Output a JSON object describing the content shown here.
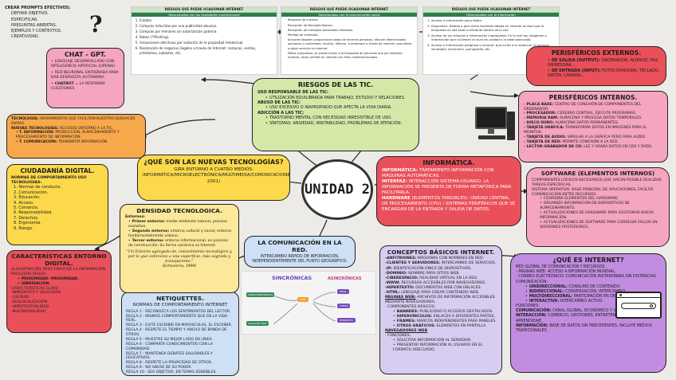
{
  "center": "UNIDAD 2",
  "prompts": {
    "title": "CREAR PROMPTS EFECTIVOS:",
    "items": [
      "DEFINIR OBJETIVO.",
      "ESPECIFICAR.",
      "PREGUNTAS ABIERTAS.",
      "EJEMPLOS Y CONTEXTOS.",
      "CREATIVIDAD."
    ]
  },
  "chatgpt": {
    "title": "CHAT - GPT.",
    "items": [
      "LENGUAJE DESARROLLADO CON INTELIGENCIA ARTIFICIAL (OPENAI)",
      "RED NEURONAL ENTRENADA PARA DAR RESPUESTA AUTÓNOMA."
    ],
    "last_key": "CHATBOT",
    "last_val": "= LA RESPONDE CUESTIONES"
  },
  "tic": {
    "k1": "TECNOLOGÍA:",
    "v1": "HERRAMIENTAS QUE FACILITAN NUESTRO QUEHACER DIARIO.",
    "k2": "NUEVAS TECNOLOGÍAS:",
    "v2": "RECUSOS ENTORNO A LA TIC.",
    "k3": "T. INFORMACIÓN:",
    "v3": "PRODUCCIÓN, ALMACENAMIENTO Y PROCESAMIENTO DE INFORMACIÓN.",
    "k4": "T. COMUNICACIÓN:",
    "v4": "TRANSMITIR INFORMACIÓN."
  },
  "ciudadania": {
    "title": "CIUDADANÍA DIGITAL.",
    "sub": "NORMAS DE COMPORTAMIENTO USO TECNOLOGÍAS:",
    "items": [
      "1. Normas de conducta.",
      "2. Comunicación.",
      "3. Educación.",
      "4. Acceso.",
      "5. Comercio.",
      "6. Responsabilidad.",
      "7. Derechos.",
      "8. Ergonomía.",
      "9. Riesgo."
    ]
  },
  "caracteristicas": {
    "title": "CARACTERÍSTICAS ENTORNO DIGITAL.",
    "lines": [
      "ALGORITMO DEL PESO FÍSICO DE LA INFORMACIÓN.",
      "PROCESOS ÁGILES:"
    ],
    "bullets": [
      "PROXIMIDAD- PROXIMIDAD.",
      "HIBRIDACIÓN."
    ],
    "rest": [
      "CARACTERÍSTICAS CLAVE:",
      "-INMEDIATEZ Y VELOCIDAD",
      "-CALIDAD.",
      "-DESLOCALIZACIÓN.",
      "-HIPERTEXTUALIDAD.",
      "-MULTIMODALIDAD"
    ]
  },
  "netiquettes": {
    "title": "NETIQUETTES.",
    "sub": "NORMAS DE COMPORTAMIENTO INTERNET",
    "rules": [
      "REGLA 1 : RECONOZCA LOS SENTIMIENTOS DEL LECTOR.",
      "REGLA 2 : MISMOS COMPORTAMIENTO QUE EN LA VIDA REAL.",
      "REGLA 3 : EVITE ESCRIBIR EN MAYÚSCULAS, EL ESCRIBIR.",
      "REGLA 4 : RESPETE EL TIEMPO Y ANCHO DE BANDA DE OTROS.",
      "REGLA 5 : MUESTRE SU MEJOR LADO EN LÍNEA.",
      "REGLA 6 : COMPARTA CONOCIMIENTOS CON LA COMUNIDAD.",
      "REGLA 7 : MANTENGA DEBATES SALUDABLES Y EDUCATIVOS.",
      "REGLA 8 : RESPETE LA PRIVACIDAD DE OTROS.",
      "REGLA 9 : NO ABUSE DE SU PODER.",
      "REGLA 10 : SEA OBJETIVO, EN TEMAS SENSIBLES."
    ]
  },
  "riesgos": {
    "title": "RIESGOS DE LAS TIC.",
    "h1": "USO RESPONSABLE DE LAS TIC:",
    "b1": [
      "UTILIZACIÓN EQUILIBRADA PARA TRABAJO, ESTUDIO Y RELACIONES."
    ],
    "h2": "ABUSO DE LAS TIC:",
    "b2": [
      "USO EXCESIVO O INAPROPIADO QUE AFECTA LA VIDA DIARIA."
    ],
    "h3": "ADICCIÓN A LAS TIC:",
    "b3": [
      "TRASTORNO MENTAL CON NECESIDAD IRRESISTIBLE DE USO.",
      "SÍNTOMAS: ANSIEDAD, IRRITABILIDAD, PROBLEMAS DE ATENCIÓN."
    ]
  },
  "nuevas": {
    "title": "¿QUÉ SON LAS NUEVAS TECNOLOGÍAS?",
    "text": "GIRA ENTORNO A CUATRO MEDIOS: INFORMÁTICA/MICROELECTRÓNICA/MULTIMEDIA/COMUNICACIONES(CABERO, 2001)"
  },
  "densidad": {
    "title": "DENSIDAD TECNOLOGICA.",
    "sub": "Entornos:",
    "items": [
      {
        "k": "Primer entorno:",
        "v": "medio ambiente natural, proceso evolutivo."
      },
      {
        "k": "Segundo entorno:",
        "v": "entorno cultural y social; entorno fundamentalmente urbano."
      },
      {
        "k": "Tercer entorno:",
        "v": "entorno informacional, en proceso de construcción. Su forma canónica es Internet."
      }
    ],
    "quote": "“Un Entorno agregado de, conocimiento tecnológico y, por lo que sobrevive a una superficie, más sagrada y transparente.”",
    "cite": "(Echeverría, 1999)"
  },
  "informatica": {
    "title": "INFORMÁTICA.",
    "k1": "INFORMÁTICA:",
    "v1": "TRATAMIENTO INFORMACIÓN CON MÁQUINAS AUTOMÁTICAS.",
    "k2": "INTERFAZ:",
    "v2": "INTERACCIÓN SISTEMA-USUARIO. LA INFORMACIÓN SE PRESENTA DE FORMA METAFÓRICA PARA FACILITARLA.",
    "k3": "HARDWARE",
    "v3": "(ELEMENTOS TANGIBLES): UNIDAD CENTRAL DE PROCESAMIENTO (CPU) / SISTEMAS PERIFÉRICOS QUE SE ENCARGAN DE LA ENTRADA Y SALIDA DE DATOS."
  },
  "comunicacion": {
    "title": "LA COMUNICACIÓN EN LA RED.",
    "text": "INTERCAMBIO RÁPIDO DE INFORMACIÓN, INDEPENDIENTEMENTE DEL PUNTO GEOGRÁFICO.",
    "sync": "SINCRÓNICAS",
    "async": "ASINCRÓNICAS",
    "tags_left": [
      "VIDEOCONFERENCIA",
      "CHAT",
      "SALAS DE CHAT"
    ],
    "tags_right": [
      "EMAIL",
      "FOROS",
      "PERIÓDICO"
    ]
  },
  "conceptos": {
    "title": "CONCEPTOS BÁSICOS INTERNET.",
    "rows": [
      {
        "k": "-ANFITRIONES:",
        "v": "MÁQUINAS CON NOMBRES EN RED."
      },
      {
        "k": "-CLIENTES Y SERVIDORES:",
        "v": "INTERCAMBIO DE SERVICIOS."
      },
      {
        "k": "-IP:",
        "v": "IDENTIFICACIÓN ÚNICA DE DISPOSITIVOS."
      },
      {
        "k": "-DOMINIO:",
        "v": "NOMBRE PARA SITIOS WEB."
      },
      {
        "k": "-CIBERESPACIO:",
        "v": "REALIDAD VIRTUAL EN LA RED."
      },
      {
        "k": "-WWW:",
        "v": "RECURSOS ACCESIBLES POR NAVEGADORES."
      },
      {
        "k": "-HIPERTEXTO:",
        "v": "DOCUMENTOS WEB CON ENLACES."
      },
      {
        "k": "-HTML:",
        "v": "LENGUAJE PARA CREAR CONTENIDO WEB."
      },
      {
        "k": "PÁGINAS WEB:",
        "v": "ARCHIVOS DE INFORMACIÓN ACCESIBLES MEDIANTE NAVEGADORES."
      }
    ],
    "comp": "- COMPONENTES BÁSICOS:",
    "comp_items": [
      {
        "k": "BANNERS:",
        "v": "PUBLICIDAD O ACCESOS DESTACADOS."
      },
      {
        "k": "HIPERVÍNCULOS:",
        "v": "ENLACES A DIFERENTES PARTES."
      },
      {
        "k": "FRAMES:",
        "v": "MARCOS INDEPENDIENTES PARA PANELES."
      },
      {
        "k": "OTROS GRÁFICOS:",
        "v": "ELEMENTOS EN PANTALLA"
      }
    ],
    "nav": "NAVEGADORES WEB",
    "func": "- FUNCIONES:",
    "func_items": [
      "SOLICITAR INFORMACIÓN AL SERVIDOR.",
      "PRESENTAR INFORMACIÓN AL USUARIO EN EL FORMATO ADECUADO."
    ]
  },
  "internet": {
    "title": "¿QUÉ ES INTERNET?",
    "intro": "RED GLOBAL DE COMUNICACIÓN Y RECURSOS.",
    "l1": "- PÁGINAS WEB: ACCESO A INFORMACIÓN MUNDIAL.",
    "l2": "- CORREO ELECTRÓNICO: COMUNICACIÓN INSTANTÁNEA SIN DISTANCIAS.",
    "l3": "COMUNICACIÓN:",
    "bullets": [
      {
        "k": "UNIDIRECCIONAL:",
        "v": "CONSUMO DE CONTENIDO."
      },
      {
        "k": "BIDIRECCIONAL:",
        "v": "CONVERSACIÓN, INTERCAMBIO."
      },
      {
        "k": "MULTIDIRECCIONAL:",
        "v": "PARTICIPACIÓN EN DEBATES."
      },
      {
        "k": "INTERACTIVA:",
        "v": "INTERCAMBIO ACTIVO."
      }
    ],
    "l4": "FUNCIONES:",
    "f1k": "COMUNICACIÓN:",
    "f1v": "CANAL GLOBAL, ECONÓMICO Y VERSÁTIL.",
    "f2k": "INTERACCIÓN:",
    "f2v": "COMERCIO, GESTIONES, ENTRETENIMIENTO Y APRENDIZAJE.",
    "f3k": "INFORMACIÓN:",
    "f3v": "BASE DE DATOS SIN PRECEDENTES, INCLUYE MEDIOS TRADICIONALES."
  },
  "externos": {
    "title": "PERISFÉRICOS EXTERNOS.",
    "items": [
      {
        "k": "DE SALIDA (OUTPUT):",
        "v": "ORDENADOR, ALTAVOZ, FAX, IMPRESORA..."
      },
      {
        "k": "DE ENTRADA (INPUT):",
        "v": "FOTOCOPIADORA, TECLADO, RATÓN, CÁMARA..."
      }
    ]
  },
  "internos": {
    "title": "PERISFÉRICOS INTERNOS.",
    "items": [
      {
        "k": "- PLACA BASE:",
        "v": "CENTRO DE CONEXIÓN DE COMPONENTES DEL ORDENADOR."
      },
      {
        "k": "- PROCESADOR:",
        "v": "CEREBRO CENTRAL, EJECUTA PROGRAMAS."
      },
      {
        "k": "- MEMORIA RAM:",
        "v": "ALMACENA Y PROCESA DATOS TEMPORALES."
      },
      {
        "k": "- DISCO DURO:",
        "v": "ALMACENA DATOS PERMANENTES."
      },
      {
        "k": "- TARJETA GRÁFICA:",
        "v": "TRANSFORMA DATOS EN IMÁGENES PARA EL MONITOR."
      },
      {
        "k": "- TARJETA DE AUDIO:",
        "v": "SIMULAR A LA GRÁFICA PERO PARA AUDIO."
      },
      {
        "k": "- TARJETA DE RED:",
        "v": "PERMITE CONEXIÓN A LA RED."
      },
      {
        "k": "- LECTOR-GRABADOR DE CD:",
        "v": "LEE Y GRABA DATOS EN CDS Y DVDS."
      }
    ]
  },
  "software": {
    "title": "SOFTWARE (ELEMENTOS INTERNOS)",
    "intro": "COMPONENTES LÓGICOS NECESARIOS QUE HACEN POSIBLE REALIZAR TAREAS ESPECÍFICAS.",
    "l1": "SISTEMA OPERATIVO: BASE PRINCIPAL DE APLICACIONES, FACILITA COMUNICACIÓN ENTRE RECURSOS.",
    "bullets": [
      "COORDINA ELEMENTOS DEL HARDWARE.",
      "ORGANIZA INFORMACIÓN EN DISPOSITIVOS DE ALMACENAMIENTO.",
      "ACTUALIZACIONES DE HARDWARE PARA GESTIONAR NUEVA INFORMACIÓN.",
      "ACTUALIZACIONES DE SOFTWARE PARA CORREGIR FALLOS EN VERSIONES POSTERIORES."
    ]
  },
  "sheets": [
    {
      "head": "RIESGOS QUE PUEDE OCASIONAR INTERNET",
      "sub": "Relacionados con las finalidades económicas/d",
      "items": [
        "Estafas.",
        "Compras inducidas por una publicidad abusiva.",
        "Compras por menores sin autorización paterna.",
        "Robos (*Phishing).",
        "Actuaciones delictivas por violación de la propiedad intelectual.",
        "Realización de negocios ilegales a través de Internet: compras, ventas, préstamos, subastas, etc."
      ]
    },
    {
      "head": "RIESGOS QUE PUEDE OCASIONAR INTERNET",
      "sub": "Relacionados con la comunicación social",
      "items": [
        "Bloqueos de cuentas.",
        "Recepción de Mensajes Basura.",
        "Recepción de mensajes personales ofensivos.",
        "Pérdida de intimidad.",
        "Acciones ilegales: proporcionar datos de terceras personas, difundir determinadas opiniones o contenidos, insultar, difamar, o amenazar a través de internet, suscribirse a algún servicio en Internet.",
        "Malas compañías: se puede incitar a la búsqueda de personas que por distintos motivos, dicen perfiles en internet con fines malintencionados."
      ]
    },
    {
      "head": "RIESGOS QUE PUEDE OCASIONAR INTERNET",
      "sub": "Relacionados con la información",
      "items": [
        "Acceso a información poco fiable.",
        "Dispersión: Debido a que cierta facilidad habida en internet es fácil que la búsqueda no sea todo lo eficiente dentro de la red.",
        "Acceso de los niños/as a información inapropiada: En la red hay imágenes o información que no tienen el nivel de calidad o la edad adecuada.",
        "Acceso a información peligrosa o inmoral: que incite a la violencia, el racismo, xenofobia, terrorismo, pornografía, etc."
      ]
    }
  ],
  "colors": {
    "green": "#d5e8a8",
    "yellow": "#fbd94a",
    "orange": "#f7a84a",
    "red": "#e9505a",
    "blue": "#cde0f6",
    "lavender": "#d8ccf0",
    "purple": "#c28de0",
    "pink": "#f5a5c0",
    "dark": "#2f3238"
  }
}
